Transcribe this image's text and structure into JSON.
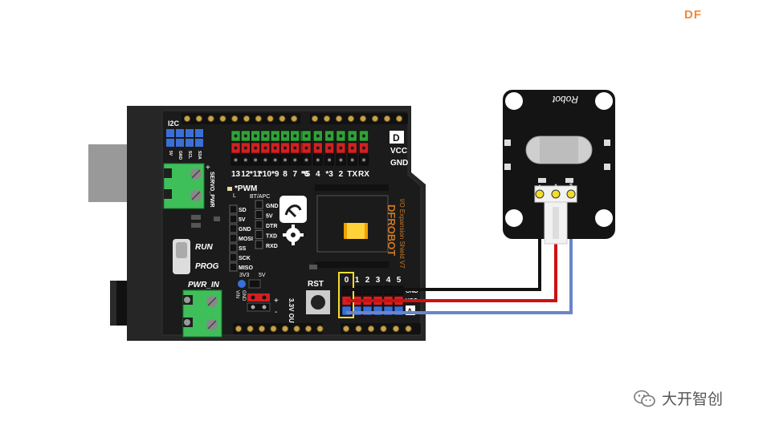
{
  "brand": "DF",
  "watermark": "大开智创",
  "colors": {
    "wire_gnd": "#111111",
    "wire_vcc": "#cc1111",
    "wire_signal": "#6a86c8",
    "pin_green": "#2fa336",
    "pin_red": "#d42020",
    "pin_blue": "#3a6fd8",
    "terminal_green": "#3fbf5a",
    "highlight": "#f2dd2a"
  },
  "board": {
    "i2c": "I2C",
    "i2c_pins": [
      "5V",
      "GND",
      "SCL",
      "SDA"
    ],
    "rail_d": "D",
    "rail_vcc": "VCC",
    "rail_gnd": "GND",
    "digital_pins": [
      "13",
      "12",
      "*11",
      "*10",
      "*9",
      "8",
      "7",
      "*6",
      "*5",
      "4",
      "*3",
      "2",
      "TX",
      "RX"
    ],
    "servo_pwr": "SERVO_PWR",
    "pwm_note": "*PWM",
    "led_l": "L",
    "sd_header": [
      "SD",
      "5V",
      "GND",
      "MOSI",
      "SS",
      "SCK",
      "MISO"
    ],
    "bt_title": "BT/APC",
    "bt_header": [
      "GND",
      "5V",
      "DTR",
      "TXD",
      "RXD"
    ],
    "brand_vertical": "DFROBOT",
    "shield_name": "I/O Expansion Shield V7",
    "run": "RUN",
    "prog": "PROG",
    "pwr_in": "PWR_IN",
    "v33": "3V3",
    "v5": "5V",
    "vin": "VIN",
    "gnd_small": "GND",
    "out_33": "3.3V OUT",
    "rst": "RST",
    "analog_pins": [
      "0",
      "1",
      "2",
      "3",
      "4",
      "5"
    ],
    "analog_gnd": "GND",
    "analog_vcc": "VCC",
    "analog_a": "A"
  },
  "module": {
    "brand": "Robot",
    "pin_labels": [
      "-",
      "+",
      "S"
    ]
  }
}
